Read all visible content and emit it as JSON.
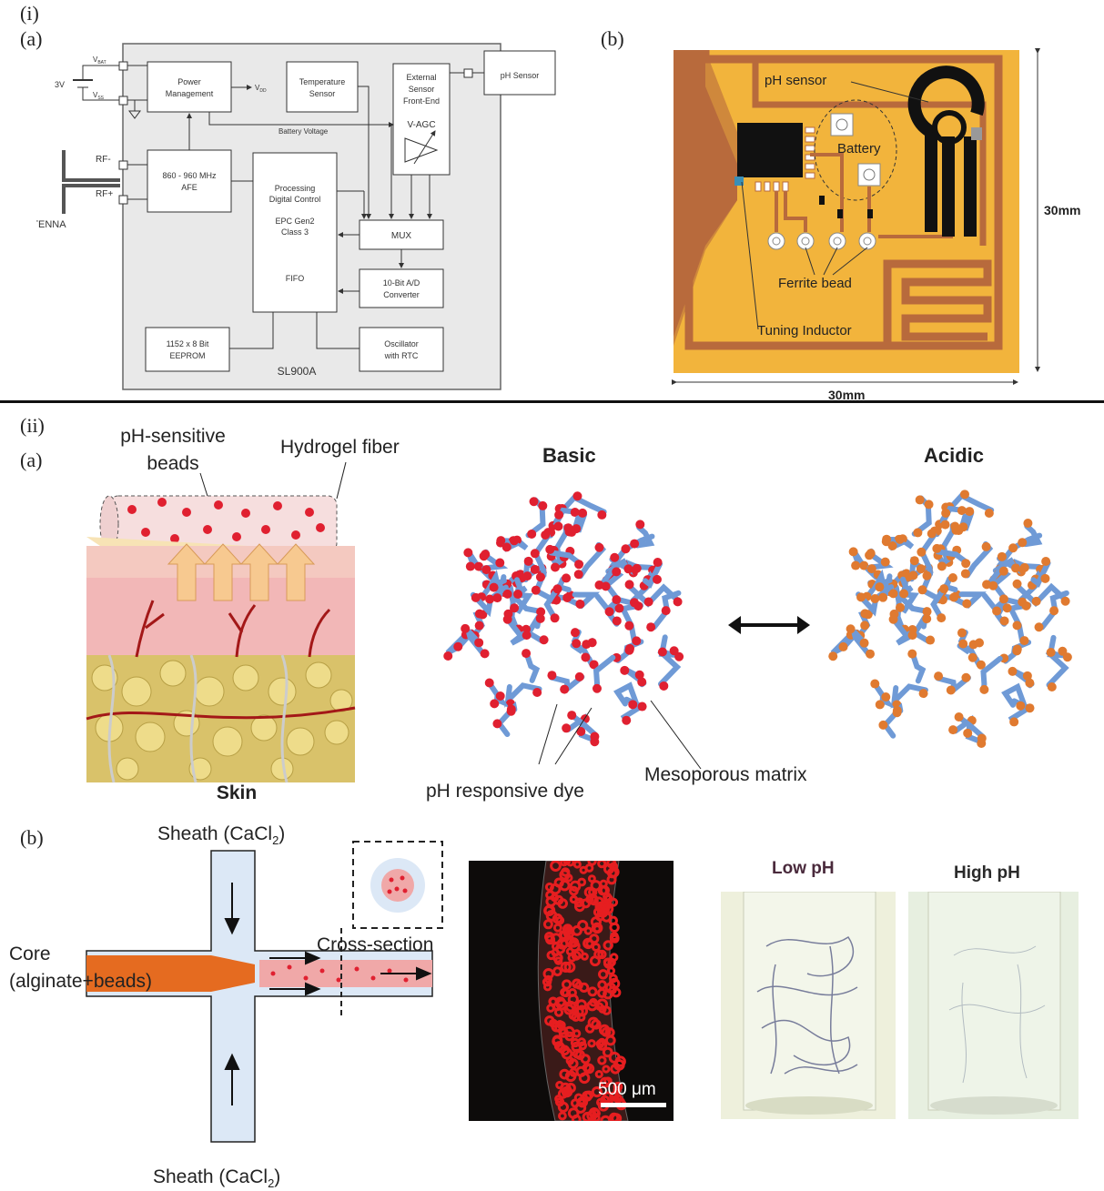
{
  "labels": {
    "part_i": "(i)",
    "part_ii": "(ii)",
    "i_a": "(a)",
    "i_b": "(b)",
    "ii_a": "(a)",
    "ii_b": "(b)"
  },
  "block_diagram": {
    "vbat": "V",
    "vbat_sub": "BAT",
    "vss": "V",
    "vss_sub": "SS",
    "battery": "3V",
    "power_mgmt": [
      "Power",
      "Management"
    ],
    "vdd": "V",
    "vdd_sub": "DD",
    "temp_sensor": [
      "Temperature",
      "Sensor"
    ],
    "ext_sensor": [
      "External",
      "Sensor",
      "Front-End"
    ],
    "vagc": "V-AGC",
    "ph_sensor": "pH Sensor",
    "battery_voltage": "Battery Voltage",
    "rf_minus": "RF-",
    "rf_plus": "RF+",
    "afe": [
      "860 - 960 MHz",
      "AFE"
    ],
    "processing": [
      "Processing",
      "Digital Control",
      "",
      "EPC Gen2",
      "Class 3",
      "",
      "FIFO"
    ],
    "mux": "MUX",
    "adc": [
      "10-Bit A/D",
      "Converter"
    ],
    "eeprom": [
      "1152 x 8 Bit",
      "EEPROM"
    ],
    "oscillator": [
      "Oscillator",
      "with RTC"
    ],
    "chip": "SL900A",
    "antenna": "ANTENNA"
  },
  "pcb": {
    "ph_sensor": "pH sensor",
    "battery": "Battery",
    "ferrite": "Ferrite bead",
    "tuning": "Tuning Inductor",
    "dim_h": "30mm",
    "dim_w": "30mm",
    "colors": {
      "board": "#f2b43c",
      "trace": "#b86a3c",
      "pad": "#111111"
    }
  },
  "skin_panel": {
    "beads": [
      "pH-sensitive",
      "beads"
    ],
    "fiber": "Hydrogel fiber",
    "skin": "Skin",
    "basic": "Basic",
    "acidic": "Acidic",
    "dye": "pH responsive dye",
    "matrix": "Mesoporous matrix",
    "colors": {
      "basic_dye": "#e02030",
      "acidic_dye": "#e07a30",
      "matrix": "#6f9ad6"
    }
  },
  "fiber_panel": {
    "sheath_top": "Sheath (CaCl",
    "sheath_sub": "2",
    "sheath_close": ")",
    "sheath_bottom": "Sheath (CaCl",
    "cross_section": "Cross-section",
    "core": [
      "Core",
      "(alginate+beads)"
    ],
    "scale": "500 μm",
    "low_ph": "Low pH",
    "high_ph": "High pH"
  }
}
